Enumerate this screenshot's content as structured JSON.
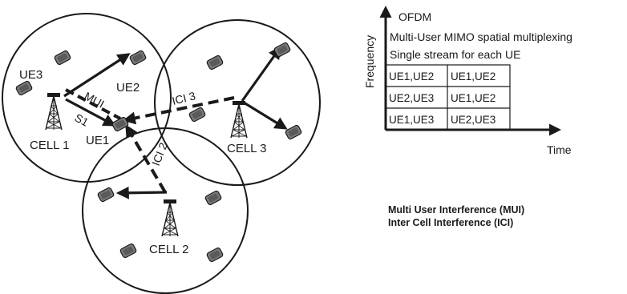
{
  "network": {
    "cells": [
      "CELL 1",
      "CELL 2",
      "CELL 3"
    ],
    "ue_labels": {
      "ue1": "UE1",
      "ue2": "UE2",
      "ue3": "UE3"
    },
    "link_labels": {
      "mui": "MUI",
      "s1": "S1",
      "ici2": "ICI 2",
      "ici3": "ICI 3"
    }
  },
  "resource_grid": {
    "axis_y": "Frequency",
    "axis_x": "Time",
    "lines": [
      "OFDM",
      "Multi-User MIMO spatial multiplexing",
      "Single stream for each UE"
    ],
    "rows": [
      [
        "UE1,UE2",
        "UE1,UE2"
      ],
      [
        "UE2,UE3",
        "UE1,UE2"
      ],
      [
        "UE1,UE3",
        "UE2,UE3"
      ]
    ]
  },
  "legend": {
    "mui": "Multi User Interference (MUI)",
    "ici": "Inter Cell Interference (ICI)"
  }
}
